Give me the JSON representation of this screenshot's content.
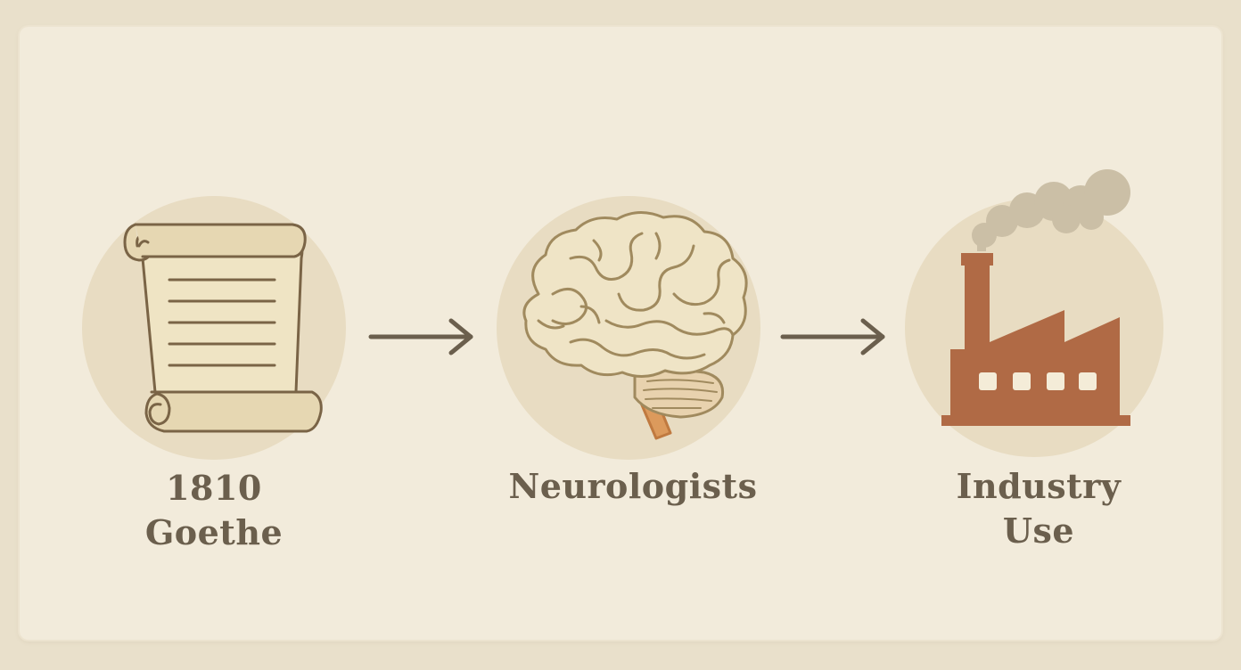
{
  "stages": [
    {
      "icon": "scroll-icon",
      "lines": [
        "1810",
        "Goethe"
      ]
    },
    {
      "icon": "brain-icon",
      "lines": [
        "Neurologists"
      ]
    },
    {
      "icon": "factory-icon",
      "lines": [
        "Industry",
        "Use"
      ]
    }
  ],
  "connectors": [
    "arrow-right-icon",
    "arrow-right-icon"
  ],
  "colors": {
    "background": "#e9e0cb",
    "paper": "#f2ebdb",
    "circle": "#e8dcc2",
    "ink": "#6b5f4d",
    "factory": "#b06a45",
    "smoke": "#cbbfa6",
    "brain_fill": "#efe4c6",
    "brain_stroke": "#a08a5e",
    "brainstem": "#dc9a5c"
  }
}
